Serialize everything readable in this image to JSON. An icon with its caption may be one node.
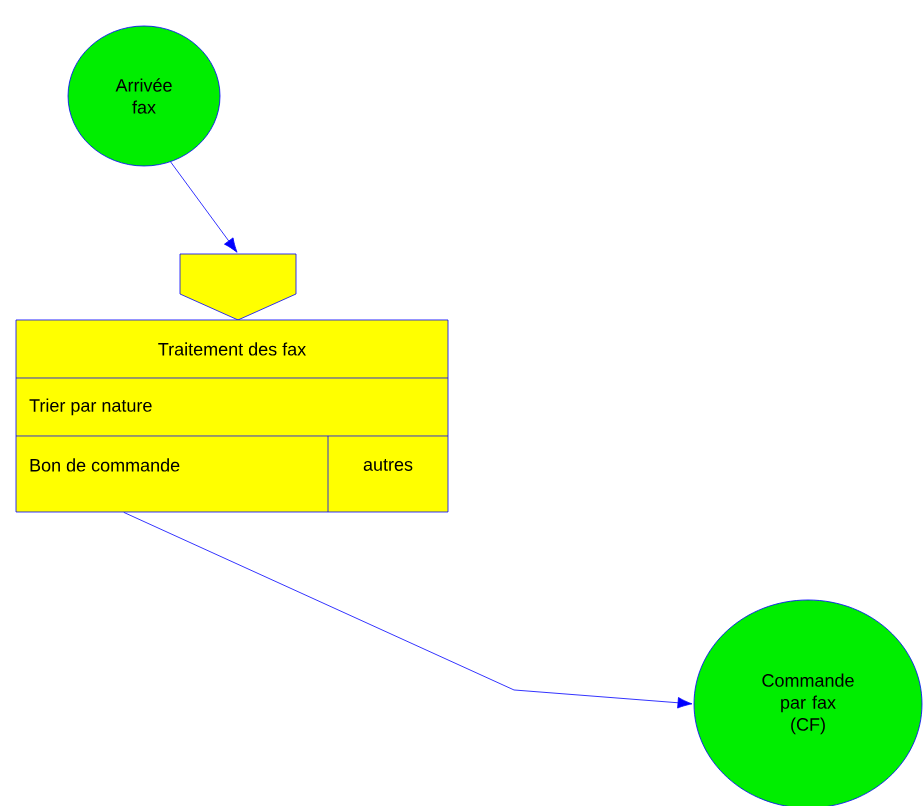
{
  "diagram": {
    "nodes": [
      {
        "text": [
          "Arrivée fax"
        ]
      },
      {
        "text": [],
        "shape": "pentagon"
      },
      {
        "text": [
          "Traitement des fax",
          "Trier par nature",
          "Bon de commande",
          "autres"
        ]
      },
      {
        "text": [
          "Commande par fax (CF)"
        ]
      }
    ],
    "edges": [
      {
        "from": 0,
        "to": 1,
        "arrow": "to"
      },
      {
        "from": 2,
        "to": 3,
        "arrow": "to"
      }
    ]
  }
}
